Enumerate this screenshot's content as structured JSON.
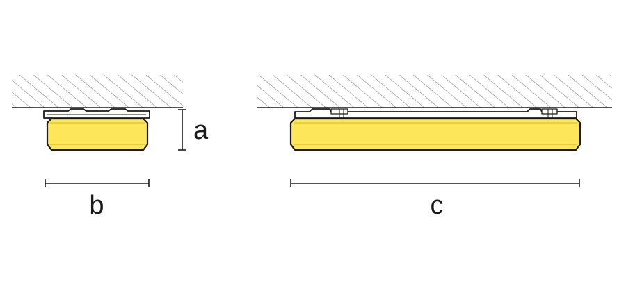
{
  "labels": {
    "height": "a",
    "depth": "b",
    "length": "c"
  },
  "colors": {
    "lamp_fill": "#fde65a",
    "lamp_inner_line": "#d9bc2a",
    "outline": "#1a1a1a",
    "hatch": "#8a8a8a",
    "background": "#ffffff"
  }
}
